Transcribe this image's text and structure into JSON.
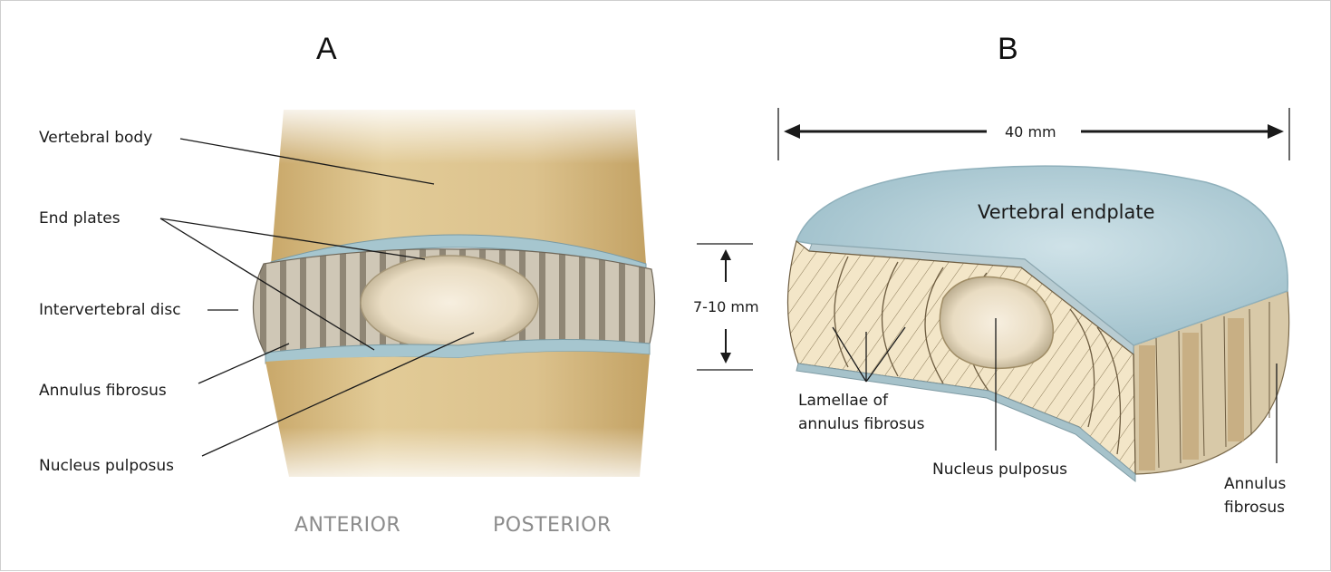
{
  "panel_a": {
    "letter": "A",
    "labels": {
      "vertebral_body": "Vertebral body",
      "end_plates": "End plates",
      "intervertebral_disc": "Intervertebral disc",
      "annulus_fibrosus": "Annulus fibrosus",
      "nucleus_pulposus": "Nucleus pulposus"
    },
    "anterior": "ANTERIOR",
    "posterior": "POSTERIOR"
  },
  "panel_b": {
    "letter": "B",
    "width_dim": "40 mm",
    "height_dim": "7-10 mm",
    "endplate": "Vertebral endplate",
    "lamellae_line1": "Lamellae of",
    "lamellae_line2": "annulus fibrosus",
    "nucleus": "Nucleus pulposus",
    "annulus_line1": "Annulus",
    "annulus_line2": "fibrosus"
  },
  "colors": {
    "bone": "#dcc28d",
    "bone_dark": "#b99a5c",
    "endplate_blue": "#a9c9d3",
    "disc_cut": "#f3e6c8",
    "nucleus": "#e8d7b3"
  }
}
